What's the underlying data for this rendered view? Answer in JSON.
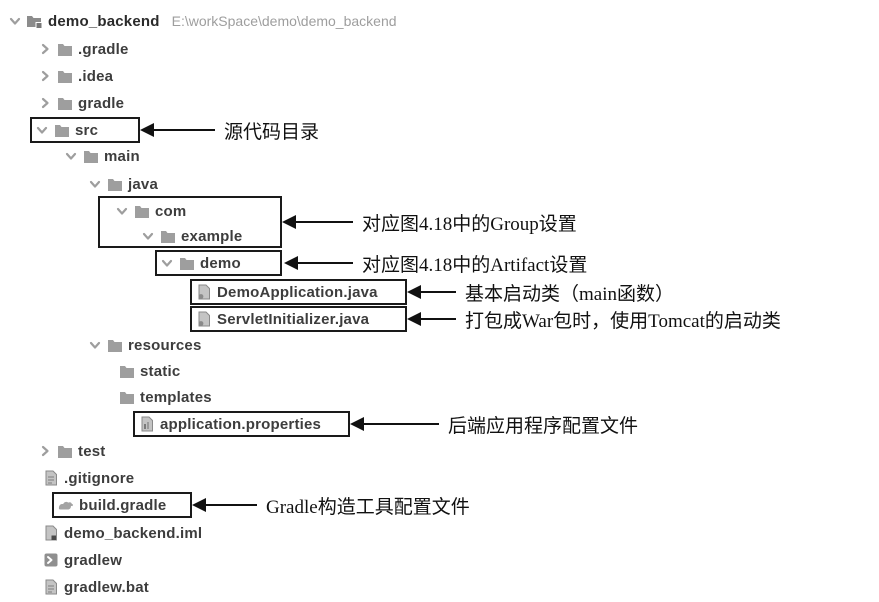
{
  "tree": {
    "items": [
      {
        "label": "demo_backend",
        "path": "E:\\workSpace\\demo\\demo_backend"
      },
      {
        "label": ".gradle"
      },
      {
        "label": ".idea"
      },
      {
        "label": "gradle"
      },
      {
        "label": "src"
      },
      {
        "label": "main"
      },
      {
        "label": "java"
      },
      {
        "label": "com"
      },
      {
        "label": "example"
      },
      {
        "label": "demo"
      },
      {
        "label": "DemoApplication.java"
      },
      {
        "label": "ServletInitializer.java"
      },
      {
        "label": "resources"
      },
      {
        "label": "static"
      },
      {
        "label": "templates"
      },
      {
        "label": "application.properties"
      },
      {
        "label": "test"
      },
      {
        "label": ".gitignore"
      },
      {
        "label": "build.gradle"
      },
      {
        "label": "demo_backend.iml"
      },
      {
        "label": "gradlew"
      },
      {
        "label": "gradlew.bat"
      }
    ]
  },
  "annotations": [
    {
      "text": "源代码目录"
    },
    {
      "text": "对应图4.18中的Group设置"
    },
    {
      "text": "对应图4.18中的Artifact设置"
    },
    {
      "text": "基本启动类（main函数）"
    },
    {
      "text": "打包成War包时，使用Tomcat的启动类"
    },
    {
      "text": "后端应用程序配置文件"
    },
    {
      "text": "Gradle构造工具配置文件"
    }
  ],
  "colors": {
    "box_border": "#1a1a1a",
    "tree_text": "#3d3d3d",
    "path_text": "#9e9e9e",
    "icon_gray": "#9e9e9e",
    "annotation_text": "#111111",
    "background": "#ffffff"
  },
  "icons": {
    "chevron_down": "chevron-down-icon",
    "chevron_right": "chevron-right-icon",
    "folder": "folder-icon",
    "project_folder": "project-folder-icon",
    "java_class": "java-class-file-icon",
    "properties_file": "properties-file-icon",
    "text_file": "text-file-icon",
    "module_file": "module-file-icon",
    "script_file": "shell-script-icon",
    "gradle": "gradle-elephant-icon"
  }
}
